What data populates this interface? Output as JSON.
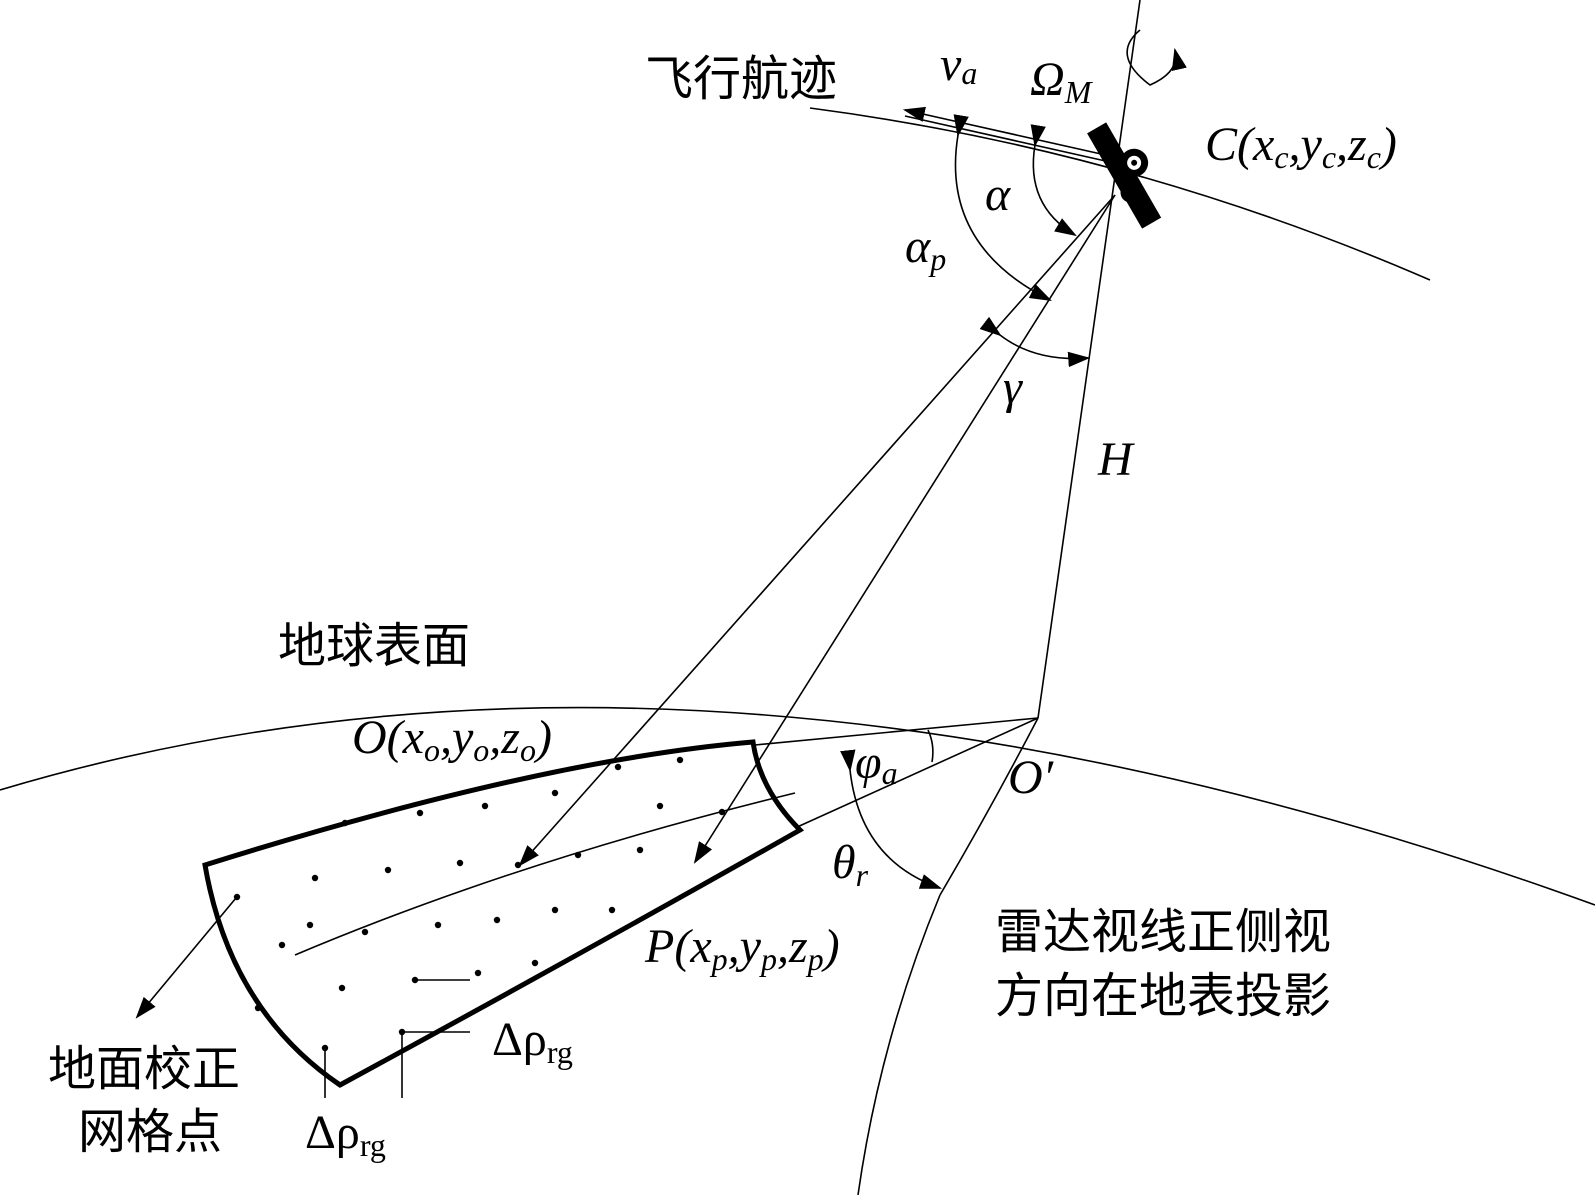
{
  "labels": {
    "flight_track": "飞行航迹",
    "earth_surface": "地球表面",
    "grid_points_line1": "地面校正",
    "grid_points_line2": "网格点",
    "radar_los_line1": "雷达视线正侧视",
    "radar_los_line2": "方向在地表投影",
    "height": "H",
    "alpha": "α",
    "alpha_p": "α",
    "alpha_p_sub": "p",
    "gamma": "γ",
    "va": "v",
    "va_sub": "a",
    "omega": "Ω",
    "omega_sub": "M",
    "phi_a": "φ",
    "phi_a_sub": "a",
    "theta_r": "θ",
    "theta_r_sub": "r",
    "o_prime": "O′",
    "delta_rho_1": "Δρ",
    "delta_rho_1_sub": "rg",
    "delta_rho_2": "Δρ",
    "delta_rho_2_sub": "rg",
    "point_c": {
      "name": "C(",
      "x": "x",
      "xs": "c",
      "y": "y",
      "ys": "c",
      "z": "z",
      "zs": "c",
      "close": ")"
    },
    "point_o": {
      "name": "O(",
      "x": "x",
      "xs": "o",
      "y": "y",
      "ys": "o",
      "z": "z",
      "zs": "o",
      "close": ")"
    },
    "point_p": {
      "name": "P(",
      "x": "x",
      "xs": "p",
      "y": "y",
      "ys": "p",
      "z": "z",
      "zs": "p",
      "close": ")"
    }
  },
  "icons": {
    "satellite": "satellite-icon"
  }
}
